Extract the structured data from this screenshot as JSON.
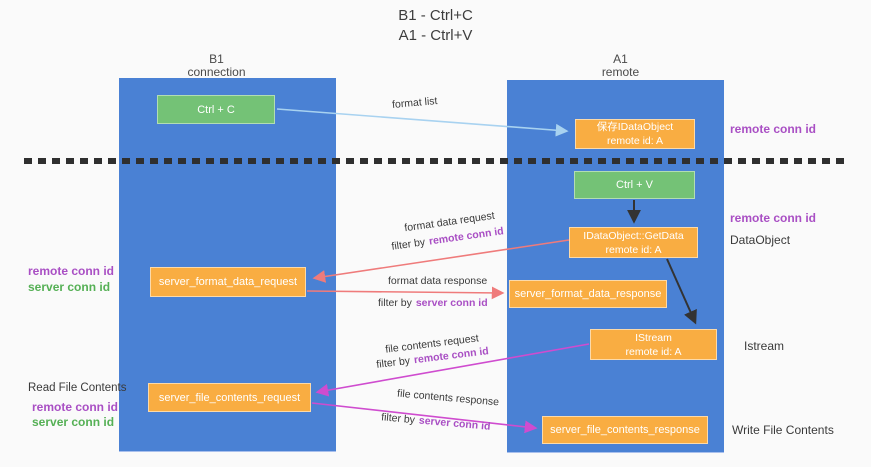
{
  "title": {
    "line1": "B1 - Ctrl+C",
    "line2": "A1 - Ctrl+V"
  },
  "columns": {
    "left": {
      "header_line1": "B1",
      "header_line2": "connection"
    },
    "right": {
      "header_line1": "A1",
      "header_line2": "remote"
    }
  },
  "nodes": {
    "ctrl_c": "Ctrl + C",
    "ctrl_v": "Ctrl + V",
    "save_idataobject": {
      "line1": "保存IDataObject",
      "line2": "remote id: A"
    },
    "getdata": {
      "line1": "IDataObject::GetData",
      "line2": "remote id: A"
    },
    "istream": {
      "line1": "IStream",
      "line2": "remote id: A"
    },
    "server_format_data_request": "server_format_data_request",
    "server_format_data_response": "server_format_data_response",
    "server_file_contents_request": "server_file_contents_request",
    "server_file_contents_response": "server_file_contents_response"
  },
  "flow_labels": {
    "format_list": "format list",
    "format_data_request": {
      "line1": "format data request",
      "prefix": "filter by",
      "colored": "remote conn id"
    },
    "format_data_response": {
      "line1": "format data response",
      "prefix": "filter by",
      "colored": "server conn id"
    },
    "file_contents_request": {
      "line1": "file contents request",
      "prefix": "filter by",
      "colored": "remote conn id"
    },
    "file_contents_response": {
      "line1": "file contents response",
      "prefix": "filter by",
      "colored": "server conn id"
    }
  },
  "side_labels": {
    "right_top_remote": "remote conn id",
    "right_mid_remote": "remote conn id",
    "right_dataobject": "DataObject",
    "right_istream": "Istream",
    "right_write": "Write File Contents",
    "left_mid_remote": "remote conn id",
    "left_mid_server": "server conn id",
    "left_read": "Read File Contents",
    "left_bottom_remote": "remote conn id",
    "left_bottom_server": "server conn id"
  },
  "colors": {
    "column_blue": "#4a81d4",
    "box_orange": "#f9ad42",
    "box_green": "#74c276",
    "accent_purple": "#a94fc4",
    "accent_green": "#55b055",
    "arrow_salmon": "#ef7b7b",
    "arrow_magenta": "#cf4ccf",
    "arrow_lightblue": "#a8d2f0",
    "arrow_black": "#333333"
  }
}
